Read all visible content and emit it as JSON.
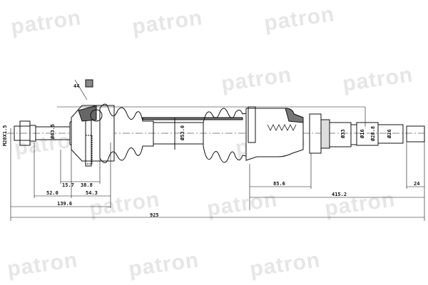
{
  "watermark": "patron",
  "labels": {
    "thread": "M20X1.5",
    "part_ref": "44",
    "d_outer_hub": "Ø63.5",
    "d_shaft": "Ø53.0",
    "d_33": "Ø33",
    "d_16": "Ø16",
    "d_28_8": "Ø28.8",
    "d_26": "Ø26"
  },
  "dimensions": {
    "d15_7": "15.7",
    "d38_8": "38.8",
    "d52_0": "52.0",
    "d54_3": "54.3",
    "d139_6": "139.6",
    "d925": "925",
    "d85_6": "85.6",
    "d415_2": "415.2",
    "d24": "24"
  },
  "colors": {
    "line": "#111111",
    "watermark": "#e6e6e6"
  }
}
